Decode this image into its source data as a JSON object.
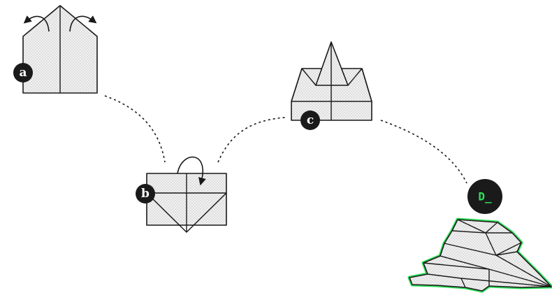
{
  "steps": [
    {
      "id": "a",
      "label": "a"
    },
    {
      "id": "b",
      "label": "b"
    },
    {
      "id": "c",
      "label": "c"
    }
  ],
  "logo": {
    "text": "D_",
    "color": "#2fe05a",
    "badge_color": "#1a1a1a"
  },
  "colors": {
    "ink": "#1a1a1a",
    "paper_dots": "#9a9a9a",
    "accent_outline": "#2fe05a"
  }
}
